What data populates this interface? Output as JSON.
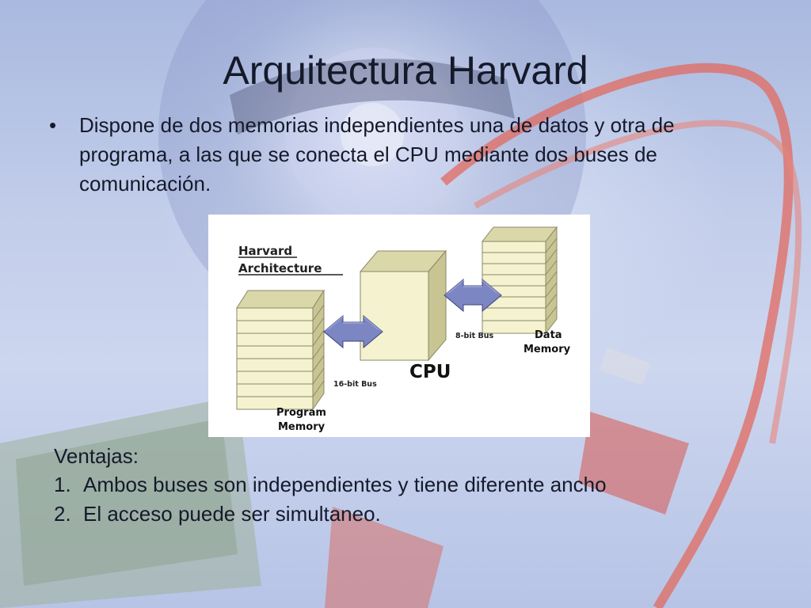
{
  "slide": {
    "title": "Arquitectura Harvard",
    "bullets": [
      {
        "marker": "•",
        "text": "Dispone de dos memorias independientes una de datos y otra de programa, a las que se conecta el CPU mediante dos buses de comunicación."
      }
    ],
    "advantages": {
      "heading": "Ventajas:",
      "items": [
        {
          "number": "1.",
          "text": "Ambos buses son independientes y tiene diferente ancho"
        },
        {
          "number": "2.",
          "text": "El acceso puede ser simultaneo."
        }
      ]
    }
  },
  "diagram": {
    "title_line1": "Harvard",
    "title_line2": "Architecture",
    "cpu_label": "CPU",
    "program_memory_line1": "Program",
    "program_memory_line2": "Memory",
    "data_memory_line1": "Data",
    "data_memory_line2": "Memory",
    "program_bus_label": "16-bit Bus",
    "data_bus_label": "8-bit Bus",
    "colors": {
      "box_fill": "#f4f2cf",
      "box_shade": "#d9d6a6",
      "box_edge": "#8a8868",
      "arrow_fill": "#7b86c2",
      "arrow_edge": "#3c447f"
    }
  },
  "theme": {
    "text_color": "#151a2b",
    "background_color": "#bfcbea"
  }
}
